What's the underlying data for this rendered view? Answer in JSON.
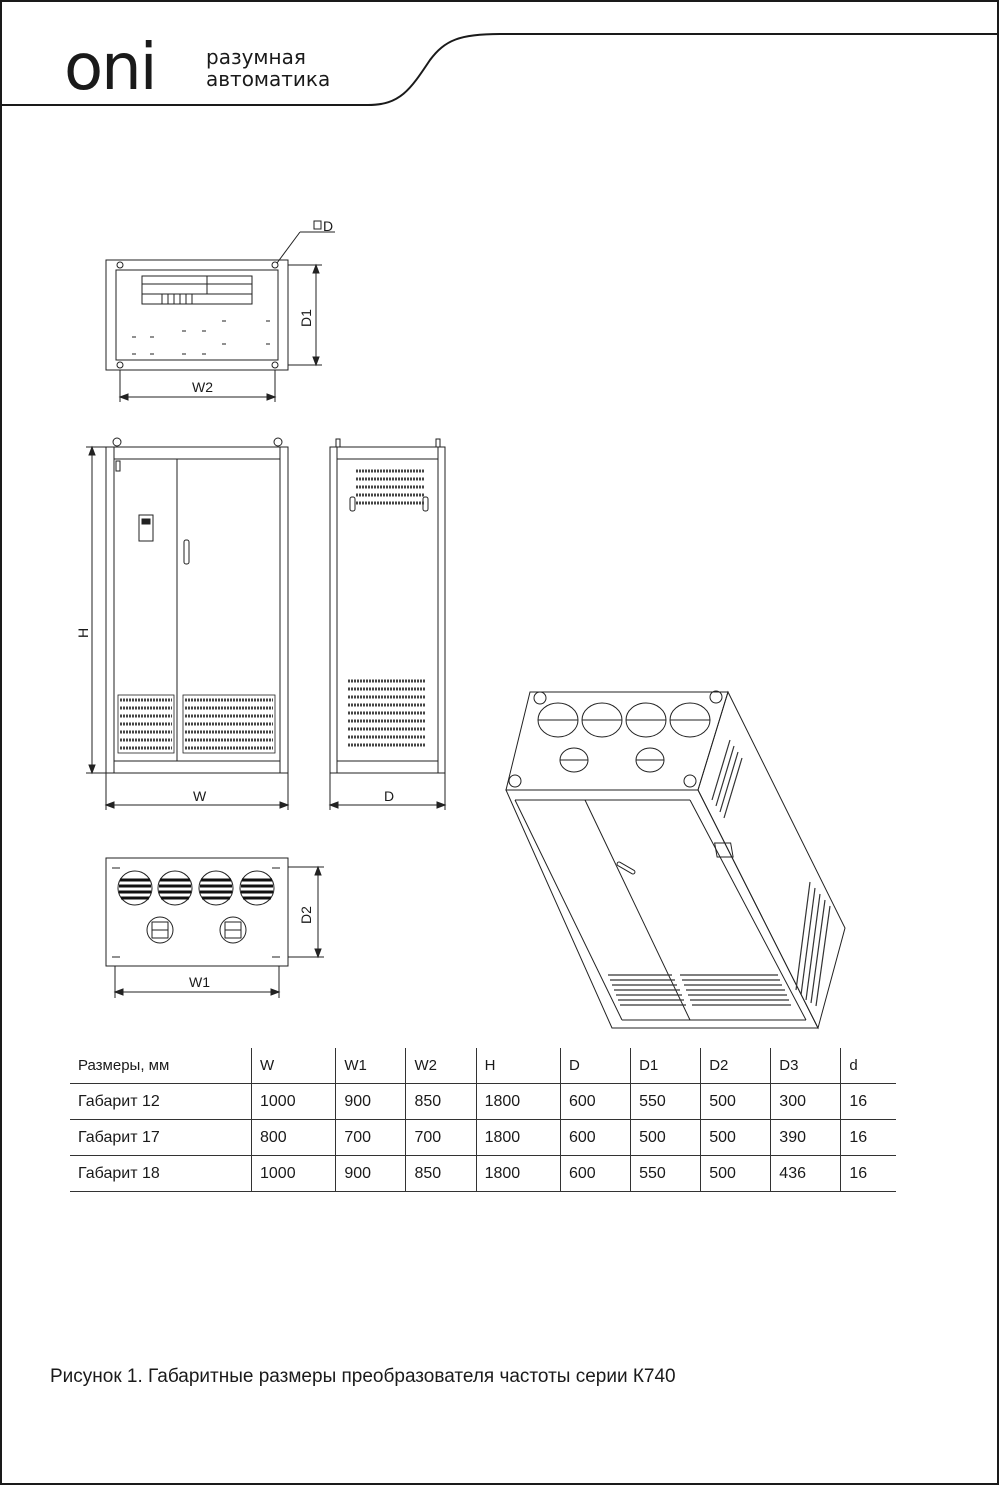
{
  "header": {
    "logo": "oni",
    "tagline_line1": "разумная",
    "tagline_line2": "автоматика"
  },
  "drawing_labels": {
    "d": "D",
    "w2": "W2",
    "d1": "D1",
    "h": "H",
    "w": "W",
    "w1": "W1",
    "d2": "D2"
  },
  "table": {
    "headers": [
      "Размеры, мм",
      "W",
      "W1",
      "W2",
      "H",
      "D",
      "D1",
      "D2",
      "D3",
      "d"
    ],
    "rows": [
      [
        "Габарит 12",
        "1000",
        "900",
        "850",
        "1800",
        "600",
        "550",
        "500",
        "300",
        "16"
      ],
      [
        "Габарит 17",
        "800",
        "700",
        "700",
        "1800",
        "600",
        "500",
        "500",
        "390",
        "16"
      ],
      [
        "Габарит 18",
        "1000",
        "900",
        "850",
        "1800",
        "600",
        "550",
        "500",
        "436",
        "16"
      ]
    ]
  },
  "caption": "Рисунок 1. Габаритные размеры преобразователя частоты серии К740"
}
